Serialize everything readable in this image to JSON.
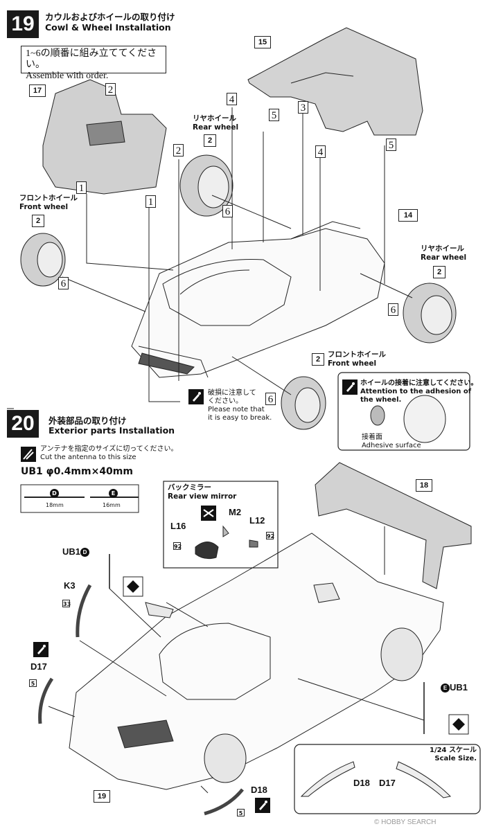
{
  "step19": {
    "number": "19",
    "title_jp": "カウルおよびホイールの取り付け",
    "title_en": "Cowl & Wheel Installation",
    "note_jp": "1~6の順番に組み立ててください。",
    "note_en": "Assemble with order.",
    "rear_wheel_jp": "リヤホイール",
    "rear_wheel_en": "Rear wheel",
    "front_wheel_jp": "フロントホイール",
    "front_wheel_en": "Front wheel",
    "part_15": "15",
    "part_17": "17",
    "part_14": "14",
    "part_2": "2",
    "order_1": "1",
    "order_2": "2",
    "order_3": "3",
    "order_4": "4",
    "order_5": "5",
    "order_6": "6",
    "caution_jp_1": "破損に注意して",
    "caution_jp_2": "ください。",
    "caution_en_1": "Please note that",
    "caution_en_2": "it is easy to break.",
    "adhesion_jp": "ホイールの接着に注意してください。",
    "adhesion_en": "Attention to the adhesion of the wheel.",
    "adhesive_jp": "接着面",
    "adhesive_en": "Adhesive surface"
  },
  "step20": {
    "number": "20",
    "title_jp": "外装部品の取り付け",
    "title_en": "Exterior parts Installation",
    "antenna_jp": "アンテナを指定のサイズに切ってください。",
    "antenna_en": "Cut the antenna to this size",
    "antenna_spec_part": "UB1",
    "antenna_spec": "φ0.4mm×40mm",
    "d_letter": "D",
    "e_letter": "E",
    "d_length": "18mm",
    "e_length": "16mm",
    "mirror_jp": "バックミラー",
    "mirror_en": "Rear view mirror",
    "m2": "M2",
    "l16": "L16",
    "l12": "L12",
    "n92": "92",
    "ub1": "UB1",
    "k3": "K3",
    "n33": "33",
    "d17": "D17",
    "n5": "5",
    "d18": "D18",
    "part_18": "18",
    "part_19": "19",
    "scale_jp": "1/24 スケール",
    "scale_en": "Scale Size."
  },
  "watermark": "© HOBBY SEARCH"
}
